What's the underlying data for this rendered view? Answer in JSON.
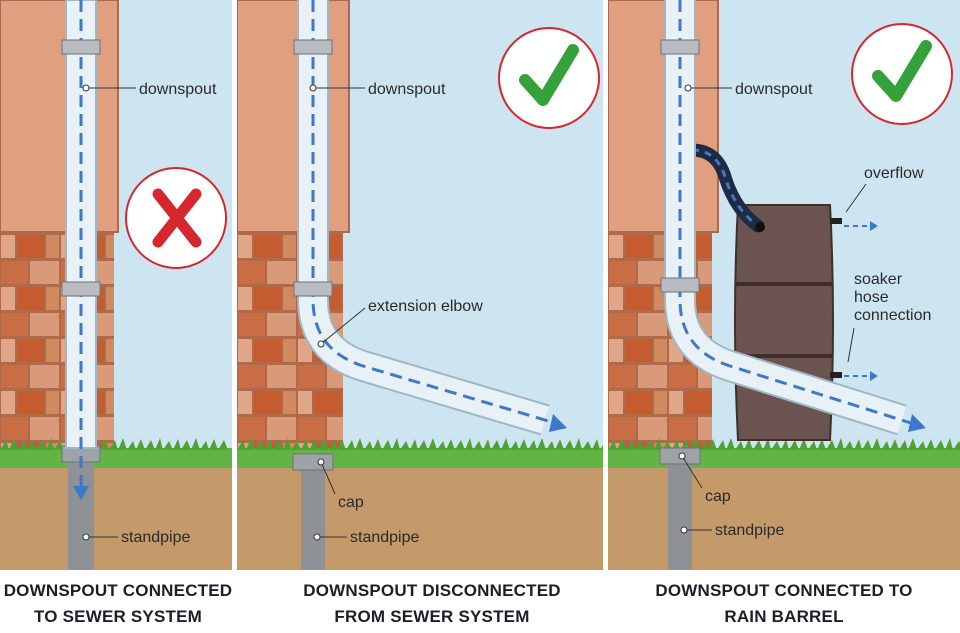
{
  "panels": [
    {
      "caption_line1": "DOWNSPOUT CONNECTED",
      "caption_line2": "TO SEWER SYSTEM",
      "status_icon": "x-mark-icon",
      "labels": {
        "downspout": "downspout",
        "standpipe": "standpipe"
      }
    },
    {
      "caption_line1": "DOWNSPOUT DISCONNECTED",
      "caption_line2": "FROM SEWER SYSTEM",
      "status_icon": "check-mark-icon",
      "labels": {
        "downspout": "downspout",
        "extension_elbow": "extension elbow",
        "cap": "cap",
        "standpipe": "standpipe"
      }
    },
    {
      "caption_line1": "DOWNSPOUT CONNECTED TO",
      "caption_line2": "RAIN BARREL",
      "status_icon": "check-mark-icon",
      "labels": {
        "downspout": "downspout",
        "overflow": "overflow",
        "soaker_line1": "soaker",
        "soaker_line2": "hose",
        "soaker_line3": "connection",
        "cap": "cap",
        "standpipe": "standpipe"
      }
    }
  ],
  "colors": {
    "sky": "#cde5f1",
    "wall": "#e0a080",
    "brick": "#c8663a",
    "grass": "#62b544",
    "soil": "#c59a6b",
    "pipe": "#e8f1f6",
    "flow_arrow": "#3f78c9",
    "x_mark": "#d6262e",
    "check_mark": "#35a13a",
    "barrel": "#6b5450"
  }
}
